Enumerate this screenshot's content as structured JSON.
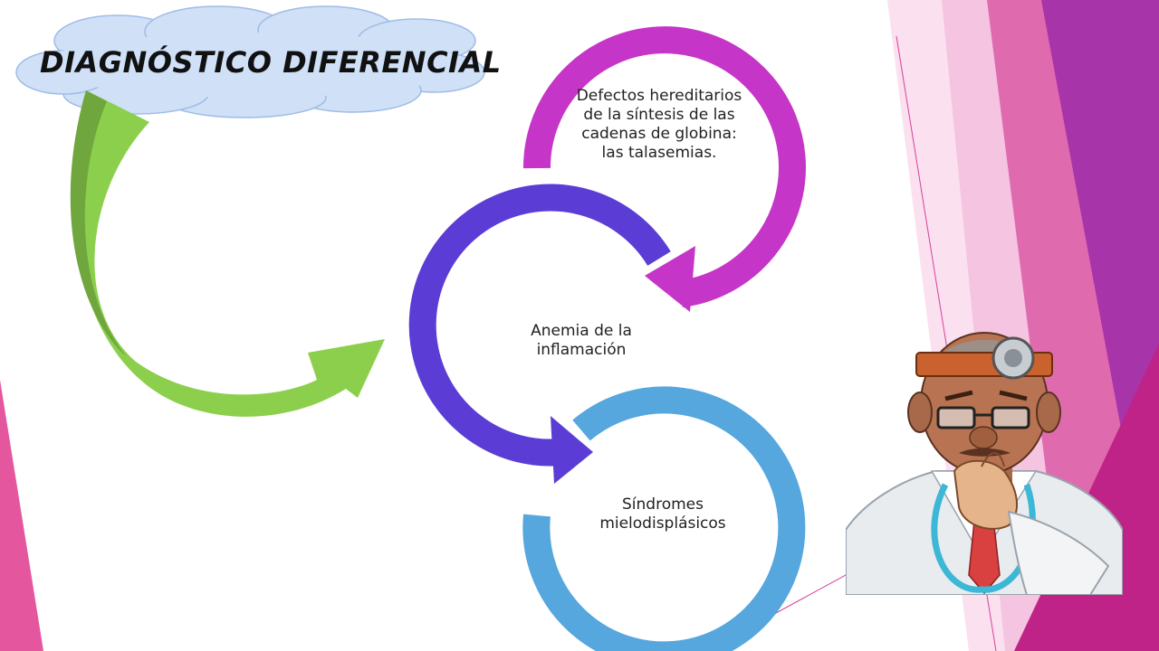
{
  "slide": {
    "title": "DIAGNÓSTICO DIFERENCIAL",
    "nodes": [
      {
        "label": "Defectos hereditarios de la síntesis de las cadenas de globina: las talasemias.",
        "color": "#c535c8"
      },
      {
        "label": "Anemia de la inflamación",
        "color": "#5b3dd6"
      },
      {
        "label": "Síndromes mielodisplásicos",
        "color": "#55a7de"
      }
    ]
  },
  "colors": {
    "cloud_fill": "#cfe0f7",
    "cloud_stroke": "#9fbce6",
    "green_arrow": "#8ccf4d",
    "green_arrow_dark": "#6fa63d",
    "accent_magenta": "#d63b96",
    "accent_purple": "#9c2fa6"
  },
  "icons": {
    "doctor": "thinking-doctor-illustration"
  }
}
